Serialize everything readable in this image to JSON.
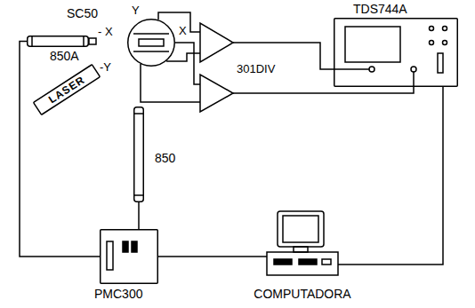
{
  "diagram": {
    "nodes": [
      {
        "text": [
          "850A"
        ]
      },
      {
        "text": [
          "LASER"
        ]
      },
      {
        "text": [
          "SC50"
        ]
      },
      {
        "text": [
          "850"
        ]
      },
      {
        "text": [
          "TDS744A"
        ]
      },
      {
        "text": [
          "PMC300"
        ]
      },
      {
        "text": [
          "COMPUTADORA"
        ]
      }
    ],
    "edges": [
      {
        "from": 0,
        "to": 5,
        "arrow": "none"
      },
      {
        "from": 3,
        "to": 5,
        "arrow": "none"
      },
      {
        "from": 5,
        "to": 6,
        "arrow": "none"
      },
      {
        "from": 6,
        "to": 4,
        "arrow": "none"
      }
    ],
    "labels": [
      "Y",
      "- X",
      "X",
      "-Y",
      "301DIV"
    ]
  }
}
